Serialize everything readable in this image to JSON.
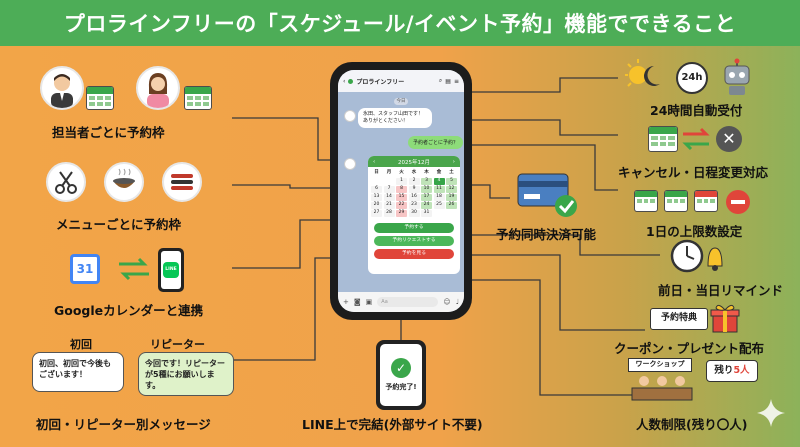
{
  "header": {
    "title": "プロラインフリーの「スケジュール/イベント予約」機能でできること"
  },
  "colors": {
    "header": "#4dad57",
    "accent_green": "#3aa64a",
    "line_green": "#06c755",
    "red": "#e0453a"
  },
  "features": {
    "staff": {
      "label": "担当者ごとに予約枠"
    },
    "menu": {
      "label": "メニューごとに予約枠"
    },
    "gcal": {
      "label": "Googleカレンダーと連携",
      "icon_number": "31",
      "line_icon_text": "LINE"
    },
    "msg": {
      "label": "初回・リピーター別メッセージ",
      "first_title": "初回",
      "first_text": "初回、初回で今後もございます！",
      "repeat_title": "リピーター",
      "repeat_text": "今回です！リピーターが5種にお願いします。"
    },
    "line": {
      "label": "LINE上で完結(外部サイト不要)",
      "done_text": "予約完了!"
    },
    "accept24": {
      "label": "24時間自動受付",
      "badge": "24h"
    },
    "cancel": {
      "label": "キャンセル・日程変更対応"
    },
    "limit": {
      "label": "1日の上限数設定"
    },
    "payment": {
      "label": "予約同時決済可能"
    },
    "remind": {
      "label": "前日・当日リマインド"
    },
    "coupon": {
      "label": "クーポン・プレゼント配布",
      "box_text": "予約特典"
    },
    "capacity": {
      "label": "人数制限(残り〇人)",
      "sign_text": "ワークショップ",
      "remain_prefix": "残り",
      "remain_num": "5人"
    }
  },
  "phone": {
    "account_name": "プロラインフリー",
    "date_chip": "今日",
    "msg_in": "氷田、スタッフ山田です！ありがとください！",
    "msg_out": "予約者ごとに予約？",
    "calendar_month": "2025年12月",
    "weekdays": [
      "日",
      "月",
      "火",
      "水",
      "木",
      "金",
      "土"
    ],
    "days": [
      "",
      "",
      "1",
      "2",
      "3",
      "4",
      "5",
      "6",
      "7",
      "8",
      "9",
      "10",
      "11",
      "12",
      "13",
      "14",
      "15",
      "16",
      "17",
      "18",
      "19",
      "20",
      "21",
      "22",
      "23",
      "24",
      "25",
      "26",
      "27",
      "28",
      "29",
      "30",
      "31",
      "",
      ""
    ],
    "btn_reserve": "予約する",
    "btn_waitlist": "予約リクエストする",
    "btn_cancel": "予約を見る",
    "input_placeholder": "Aa"
  }
}
